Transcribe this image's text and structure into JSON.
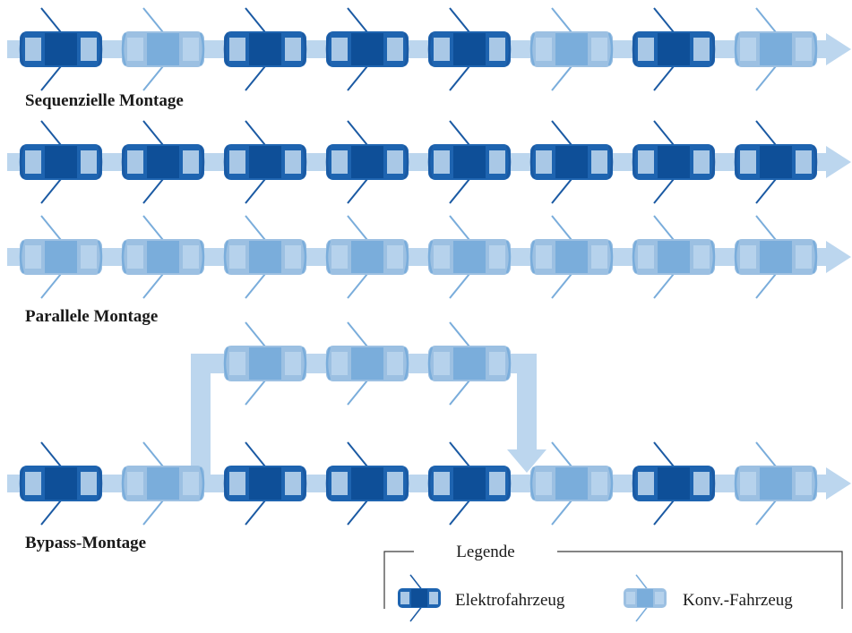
{
  "colors": {
    "electric_body": "#1e64b0",
    "electric_center": "#0e4f98",
    "electric_end": "#a9c8e6",
    "conventional_body": "#9cc0e2",
    "conventional_center": "#7aaddb",
    "conventional_end": "#b6d2ec",
    "flow_arrow": "#bcd6ee",
    "mirror_line": "#1b5aa3",
    "mirror_line_light": "#7aaddb",
    "legend_border": "#3a3a3a"
  },
  "sections": {
    "sequential": {
      "label": "Sequenzielle Montage",
      "line": [
        "E",
        "K",
        "E",
        "E",
        "E",
        "K",
        "E",
        "K"
      ]
    },
    "parallel": {
      "label": "Parallele Montage",
      "line_electric": [
        "E",
        "E",
        "E",
        "E",
        "E",
        "E",
        "E",
        "E"
      ],
      "line_conventional": [
        "K",
        "K",
        "K",
        "K",
        "K",
        "K",
        "K",
        "K"
      ]
    },
    "bypass": {
      "label": "Bypass-Montage",
      "main_line": [
        "E",
        "K",
        "E",
        "E",
        "E",
        "K",
        "E",
        "K"
      ],
      "bypass_line": [
        "K",
        "K",
        "K"
      ]
    }
  },
  "legend": {
    "title": "Legende",
    "electric_label": "Elektrofahrzeug",
    "conventional_label": "Konv.-Fahrzeug"
  }
}
